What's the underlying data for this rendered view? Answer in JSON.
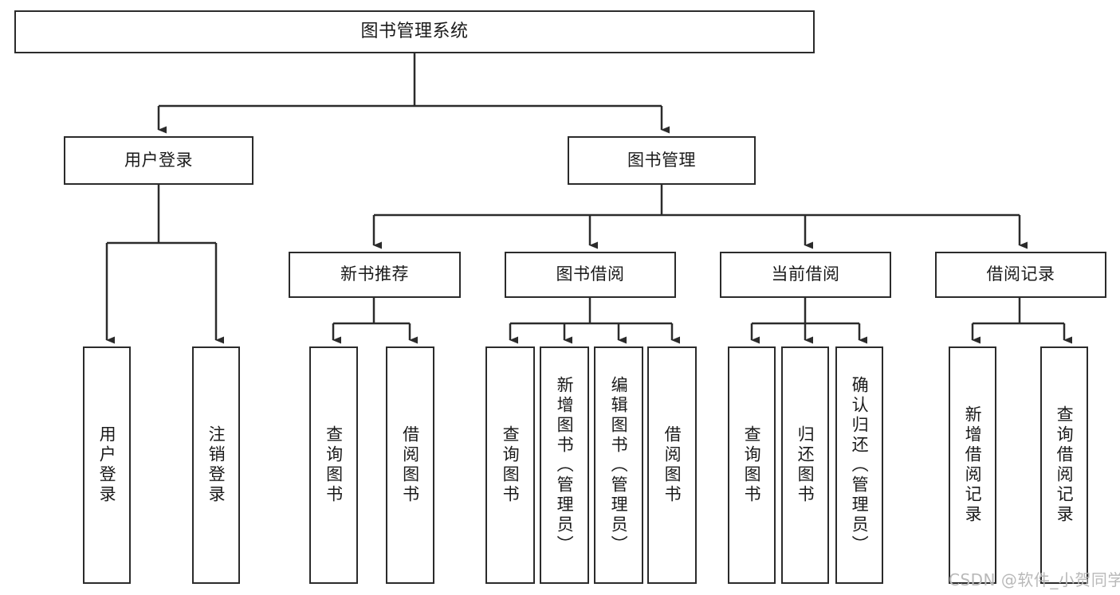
{
  "diagram": {
    "title": "图书管理系统",
    "type": "tree-hierarchy-chart",
    "watermark": "CSDN @软件_小贺同学",
    "colors": {
      "box_border": "#2b2b2b",
      "box_fill": "#ffffff",
      "connector": "#2b2b2b",
      "text": "#1a1a1a",
      "watermark": "#b9b9b9",
      "background": "#ffffff"
    },
    "nodes": {
      "root": {
        "label": "图书管理系统"
      },
      "level2": [
        {
          "id": "user-login",
          "label": "用户登录"
        },
        {
          "id": "book-manage",
          "label": "图书管理"
        }
      ],
      "level3": [
        {
          "id": "new-book-recommend",
          "label": "新书推荐"
        },
        {
          "id": "book-borrow",
          "label": "图书借阅"
        },
        {
          "id": "current-borrow",
          "label": "当前借阅"
        },
        {
          "id": "borrow-record",
          "label": "借阅记录"
        }
      ],
      "leaves": {
        "user-login": [
          {
            "id": "leaf-user-login",
            "label": "用户登录"
          },
          {
            "id": "leaf-logout",
            "label": "注销登录"
          }
        ],
        "new-book-recommend": [
          {
            "id": "leaf-query-book-1",
            "label": "查询图书"
          },
          {
            "id": "leaf-borrow-book-1",
            "label": "借阅图书"
          }
        ],
        "book-borrow": [
          {
            "id": "leaf-query-book-2",
            "label": "查询图书"
          },
          {
            "id": "leaf-add-book",
            "label": "新增图书（管理员）"
          },
          {
            "id": "leaf-edit-book",
            "label": "编辑图书（管理员）"
          },
          {
            "id": "leaf-borrow-book-2",
            "label": "借阅图书"
          }
        ],
        "current-borrow": [
          {
            "id": "leaf-query-book-3",
            "label": "查询图书"
          },
          {
            "id": "leaf-return-book",
            "label": "归还图书"
          },
          {
            "id": "leaf-confirm-return",
            "label": "确认归还（管理员）"
          }
        ],
        "borrow-record": [
          {
            "id": "leaf-add-record",
            "label": "新增借阅记录"
          },
          {
            "id": "leaf-query-record",
            "label": "查询借阅记录"
          }
        ]
      }
    }
  }
}
